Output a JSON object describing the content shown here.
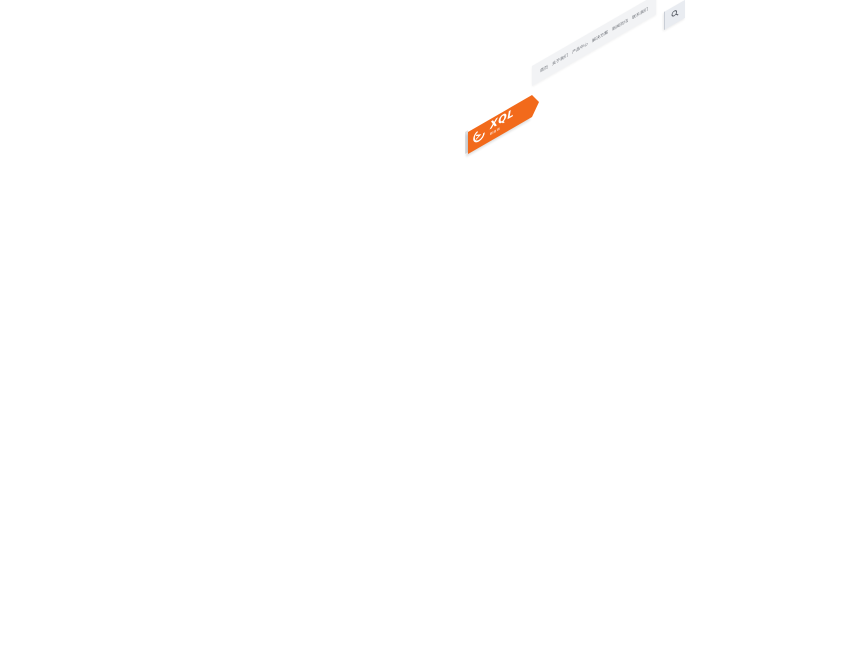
{
  "header": {
    "logo": {
      "text": "XQL",
      "subtext": "新启领",
      "color": "#f26a1b"
    },
    "nav": {
      "items": [
        {
          "label": "首页"
        },
        {
          "label": "关于我们"
        },
        {
          "label": "产品中心"
        },
        {
          "label": "解决方案"
        },
        {
          "label": "新闻资讯"
        },
        {
          "label": "联系我们"
        }
      ]
    },
    "search": {
      "icon": "search-icon"
    }
  }
}
